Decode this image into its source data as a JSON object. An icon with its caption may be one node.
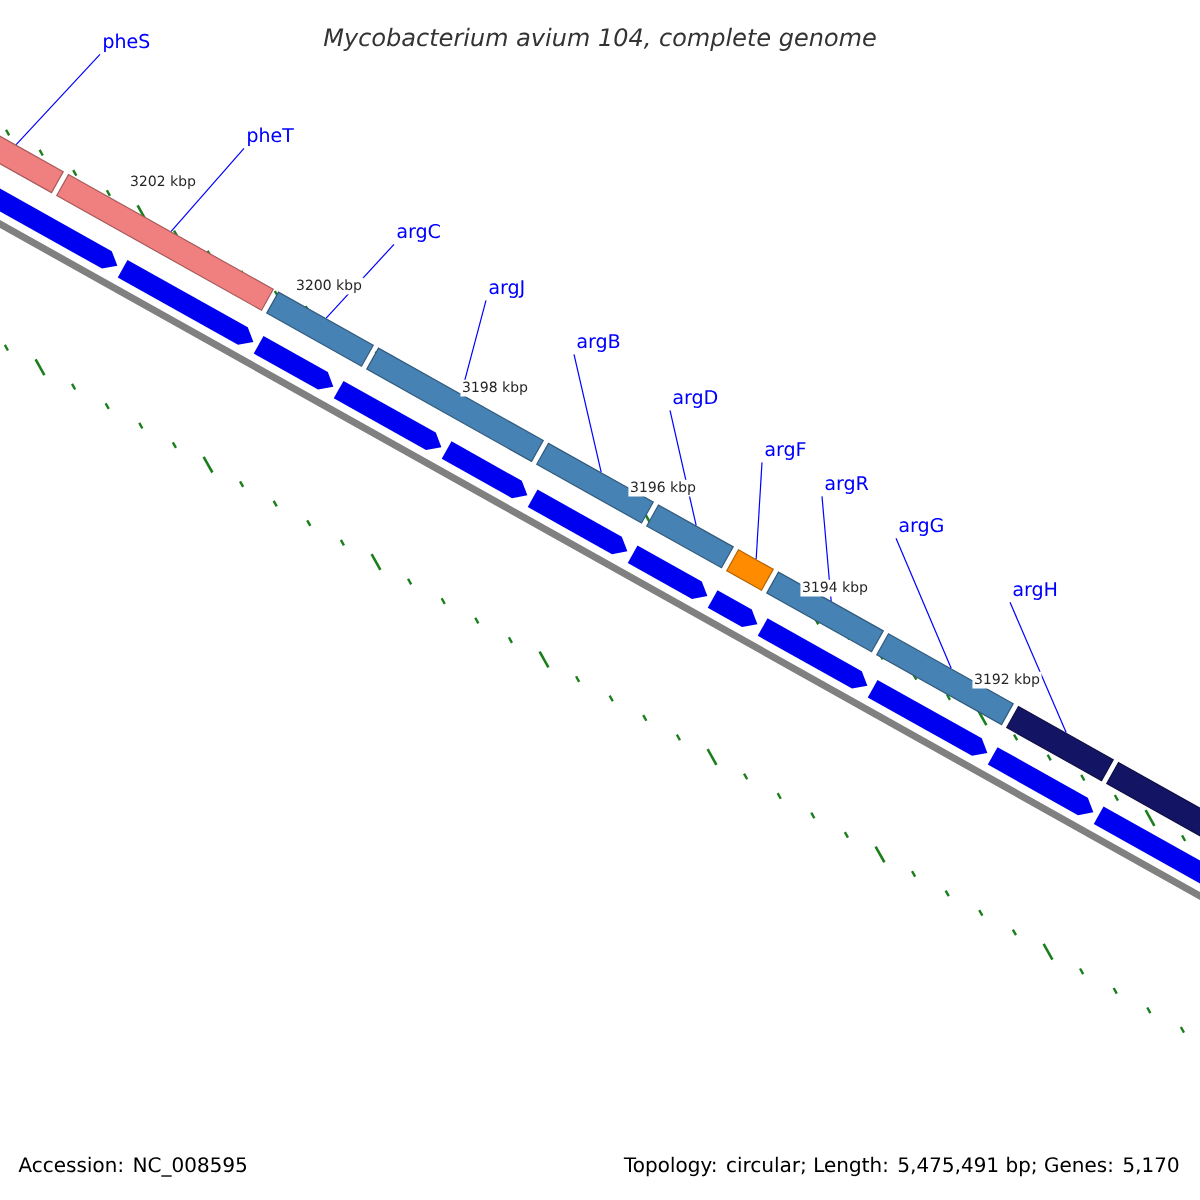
{
  "diagram": {
    "title": "Mycobacterium avium 104, complete genome",
    "nodes": [
      {
        "text": [
          "pheS"
        ]
      },
      {
        "text": [
          "pheT"
        ]
      },
      {
        "text": [
          "argC"
        ]
      },
      {
        "text": [
          "argJ"
        ]
      },
      {
        "text": [
          "argB"
        ]
      },
      {
        "text": [
          "argD"
        ]
      },
      {
        "text": [
          "argF"
        ]
      },
      {
        "text": [
          "argR"
        ]
      },
      {
        "text": [
          "argG"
        ]
      },
      {
        "text": [
          "argH"
        ]
      },
      {
        "text": [],
        "shape": "bar"
      },
      {
        "text": [],
        "shape": "bar"
      },
      {
        "text": [],
        "shape": "bar"
      },
      {
        "text": [],
        "shape": "bar"
      },
      {
        "text": [],
        "shape": "bar"
      },
      {
        "text": [],
        "shape": "bar"
      },
      {
        "text": [],
        "shape": "bar"
      },
      {
        "text": [],
        "shape": "bar"
      },
      {
        "text": [],
        "shape": "bar"
      },
      {
        "text": [],
        "shape": "bar"
      },
      {
        "text": [],
        "shape": "bar"
      }
    ],
    "edges": [
      {
        "from": 0,
        "to": 10,
        "arrow": "none"
      },
      {
        "from": 1,
        "to": 11,
        "arrow": "none"
      },
      {
        "from": 2,
        "to": 12,
        "arrow": "none"
      },
      {
        "from": 3,
        "to": 13,
        "arrow": "none"
      },
      {
        "from": 4,
        "to": 14,
        "arrow": "none"
      },
      {
        "from": 5,
        "to": 15,
        "arrow": "none"
      },
      {
        "from": 6,
        "to": 16,
        "arrow": "none"
      },
      {
        "from": 7,
        "to": 17,
        "arrow": "none"
      },
      {
        "from": 8,
        "to": 18,
        "arrow": "none"
      },
      {
        "from": 9,
        "to": 19,
        "arrow": "none"
      }
    ],
    "labels": [
      "3202 kbp",
      "3200 kbp",
      "3198 kbp",
      "3196 kbp",
      "3194 kbp",
      "3192 kbp",
      "Accession: NC_008595",
      "Topology: circular; Length: 5,475,491 bp; Genes: 5,170"
    ]
  }
}
